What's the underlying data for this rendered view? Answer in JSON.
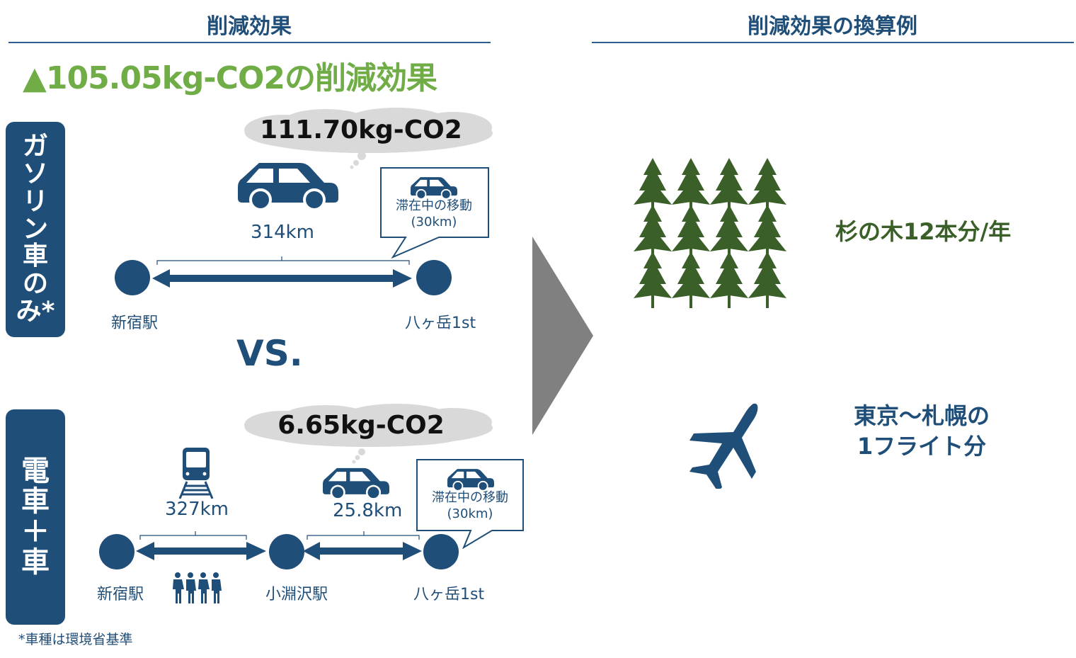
{
  "left": {
    "title": "削減効果",
    "headline": "▲105.05kg-CO2の削減効果",
    "vs_label": "VS.",
    "footnote": "*車種は環境省基準",
    "scenario_gasoline": {
      "label_chars": [
        "ガ",
        "ソ",
        "リ",
        "ン",
        "車",
        "の",
        "み*"
      ],
      "emission": "111.70kg-CO2",
      "distance": "314km",
      "from_station": "新宿駅",
      "to_station": "八ヶ岳1st",
      "callout_line1": "滞在中の移動",
      "callout_line2": "(30km)"
    },
    "scenario_train": {
      "label_chars": [
        "電",
        "車",
        "＋",
        "車"
      ],
      "emission": "6.65kg-CO2",
      "train_distance": "327km",
      "car_distance": "25.8km",
      "from_station": "新宿駅",
      "mid_station": "小淵沢駅",
      "to_station": "八ヶ岳1st",
      "callout_line1": "滞在中の移動",
      "callout_line2": "(30km)"
    }
  },
  "right": {
    "title": "削減効果の換算例",
    "trees_text": "杉の木12本分/年",
    "flight_line1": "東京〜札幌の",
    "flight_line2": "1フライト分"
  },
  "colors": {
    "navy": "#1f4e79",
    "green": "#70ad47",
    "tree_green": "#3a5f28",
    "cloud_gray": "#d9d9d9",
    "arrow_gray": "#808080"
  }
}
